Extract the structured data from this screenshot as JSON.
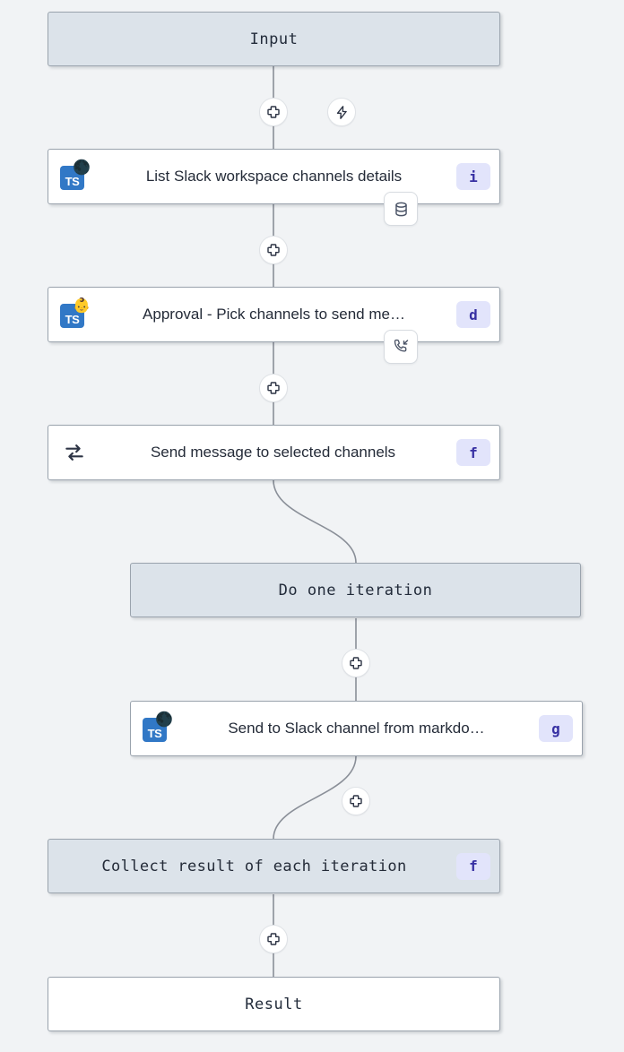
{
  "canvas": {
    "background": "#f1f3f5",
    "edge_color": "#8a8f98"
  },
  "palette": {
    "terminal_fill": "#dce3ea",
    "node_fill": "#ffffff",
    "node_border": "#9aa3ad",
    "badge_bg": "#e2e4fb",
    "badge_fg": "#3730a3",
    "ts_blue": "#3178c6",
    "text": "#242b38"
  },
  "graph": {
    "input_node": {
      "label": "Input",
      "style": "tinted"
    },
    "result_node": {
      "label": "Result",
      "style": "plain"
    },
    "loop_start": {
      "label": "Do one iteration",
      "style": "tinted"
    },
    "loop_collect": {
      "label": "Collect result of each iteration",
      "badge": "f",
      "style": "tinted"
    },
    "steps": [
      {
        "id": "list-slack-channels",
        "label": "List Slack workspace channels details",
        "badge": "i",
        "lang": "TS",
        "emoji": "🌑",
        "emoji_name": "globe-badge-icon",
        "chip_icon": "database-icon"
      },
      {
        "id": "approval-pick-channels",
        "label": "Approval - Pick channels to send me…",
        "badge": "d",
        "lang": "TS",
        "emoji": "👶",
        "emoji_name": "face-badge-icon",
        "chip_icon": "incoming-call-icon"
      },
      {
        "id": "send-message-selected-channels",
        "label": "Send message to selected channels",
        "badge": "f",
        "lang": "",
        "emoji": "",
        "emoji_name": "loop-icon",
        "chip_icon": ""
      },
      {
        "id": "send-to-slack-from-markdown",
        "label": "Send to Slack channel from markdo…",
        "badge": "g",
        "lang": "TS",
        "emoji": "🌑",
        "emoji_name": "globe-badge-icon",
        "chip_icon": ""
      }
    ]
  },
  "buttons": {
    "add_step": "+",
    "add_step_name": "add-step-button",
    "trigger": "⚡",
    "trigger_name": "add-trigger-button"
  }
}
